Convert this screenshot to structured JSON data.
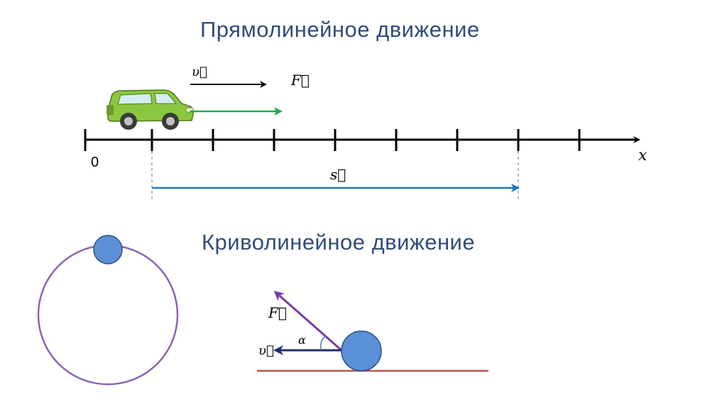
{
  "slide": {
    "title_straight": "Прямолинейное движение",
    "title_curved": "Криволинейное движение"
  },
  "straight": {
    "velocity_label": "υ⃗",
    "force_label": "F⃗",
    "displacement_label": "s⃗",
    "origin_label": "0",
    "axis_label": "x"
  },
  "curved": {
    "force_label": "F⃗",
    "velocity_label": "υ⃗",
    "angle_label": "α"
  },
  "colors": {
    "title": "#2f4d7a",
    "force_straight": "#22a84a",
    "displacement": "#1f77b4",
    "circle_path": "#8a63b5",
    "ball": "#5b8fd6",
    "force_curved": "#7b3aa6",
    "velocity_curved": "#1f2f6b",
    "ground": "#c0504d",
    "car_body": "#8cc63f"
  }
}
